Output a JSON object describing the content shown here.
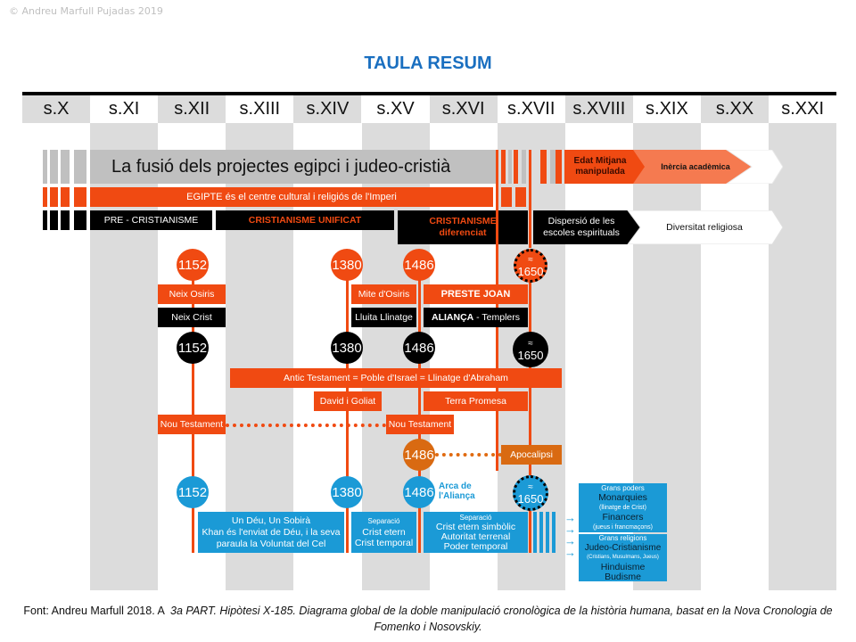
{
  "copyright": "© Andreu Marfull Pujadas 2019",
  "title": "TAULA RESUM",
  "centuries": [
    "s.X",
    "s.XI",
    "s.XII",
    "s.XIII",
    "s.XIV",
    "s.XV",
    "s.XVI",
    "s.XVII",
    "s.XVIII",
    "s.XIX",
    "s.XX",
    "s.XXI"
  ],
  "bands": {
    "fusion": "La fusió dels projectes egipci i judeo-cristià",
    "edat_mitjana_line1": "Edat Mitjana",
    "edat_mitjana_line2": "manipulada",
    "inercia": "Inèrcia acadèmica",
    "egipte": "EGIPTE és el centre cultural i religiós de l'Imperi",
    "pre_cristianisme": "PRE - CRISTIANISME",
    "cristianisme_unificat": "CRISTIANISME UNIFICAT",
    "cristianisme_dif_line1": "CRISTIANISME",
    "cristianisme_dif_line2": "diferenciat",
    "dispersio_line1": "Dispersió de les",
    "dispersio_line2": "escoles espirituals",
    "diversitat": "Diversitat religiosa"
  },
  "dates": {
    "d1152": "1152",
    "d1380": "1380",
    "d1486": "1486",
    "approx": "≈",
    "d1650": "1650"
  },
  "labels": {
    "neix_osiris": "Neix Osiris",
    "neix_crist": "Neix Crist",
    "mite_osiris": "Mite d'Osiris",
    "lluita_llinatge": "Lluita Llinatge",
    "preste_joan": "PRESTE JOAN",
    "alianca_bold": "ALIANÇA",
    "alianca_rest": " - Templers",
    "antic_testament": "Antic Testament = Poble d'Israel = Llinatge d'Abraham",
    "david_goliat": "David i Goliat",
    "terra_promesa": "Terra Promesa",
    "nou_testament": "Nou Testament",
    "apocalipsi": "Apocalipsi",
    "arca_line1": "Arca de",
    "arca_line2": "l'Aliança",
    "un_deu_line1": "Un Déu, Un Sobirà",
    "un_deu_line2": "Khan és l'enviat de Déu, i la seva",
    "un_deu_line3": "paraula la Voluntat del Cel",
    "separacio": "Separació",
    "crist_etern": "Crist etern",
    "crist_temporal": "Crist temporal",
    "crist_etern_simbolic": "Crist etern simbòlic",
    "autoritat_terrenal": "Autoritat terrenal",
    "poder_temporal": "Poder temporal",
    "grans_poders": "Grans poders",
    "monarquies": "Monarquies",
    "llinatge_crist": "(llinatge de Crist)",
    "financers": "Financers",
    "jueus_francmacons": "(jueus i francmaçons)",
    "grans_religions": "Grans religions",
    "judeo_cristianisme": "Judeo-Cristianisme",
    "cristians_musulmans": "(Cristians, Musulmans, Jueus)",
    "hinduisme": "Hinduisme",
    "budisme": "Budisme"
  },
  "footer": {
    "prefix": "Font: Andreu Marfull 2018. A  ",
    "italic": "3a PART. Hipòtesi X-185. Diagrama global de la doble manipulació cronològica de la història humana, basat en la Nova Cronologia de Fomenko i Nosovskiy."
  },
  "colors": {
    "orange": "#f04a12",
    "black": "#000000",
    "blue": "#1b9ad6",
    "brown_orange": "#d96a12",
    "light_orange": "#f57a50",
    "gray_band": "#c0c0c0",
    "col_gray": "#dcdcdc",
    "title_blue": "#1a6fc0"
  }
}
